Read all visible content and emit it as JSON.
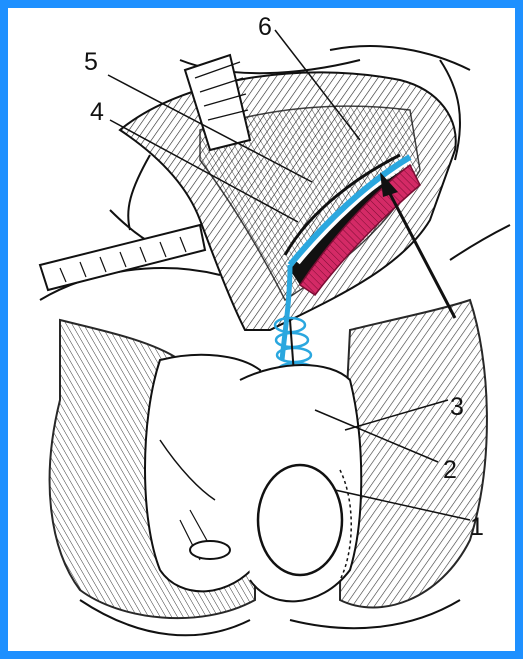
{
  "figure": {
    "labels": [
      {
        "id": "1",
        "text": "1"
      },
      {
        "id": "2",
        "text": "2"
      },
      {
        "id": "3",
        "text": "3"
      },
      {
        "id": "4",
        "text": "4"
      },
      {
        "id": "5",
        "text": "5"
      },
      {
        "id": "6",
        "text": "6"
      }
    ]
  },
  "colors": {
    "border": "#1e90ff",
    "artery": "#cc1f5a",
    "vein": "#2aa7df",
    "ink": "#111111"
  }
}
